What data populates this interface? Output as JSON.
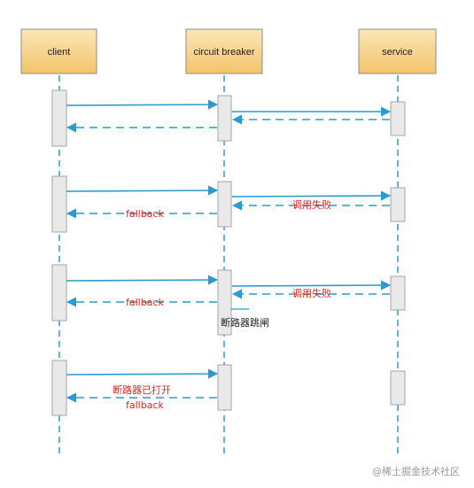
{
  "actors": {
    "client": "client",
    "breaker": "circuit breaker",
    "service": "service"
  },
  "notes": {
    "fallback_1": "fallback",
    "call_failed_1": "调用失败",
    "fallback_2": "fallback",
    "call_failed_2": "调用失败",
    "breaker_tripped": "断路器跳闸",
    "breaker_open": "断路器已打开",
    "fallback_3": "fallback"
  },
  "watermark": "@稀土掘金技术社区",
  "colors": {
    "lifeline": "#2a9bd0",
    "message": "#2a9bd0",
    "note_red": "#e0251b",
    "actor_fill_top": "#fce6b7",
    "actor_fill_bottom": "#f3c46a"
  }
}
